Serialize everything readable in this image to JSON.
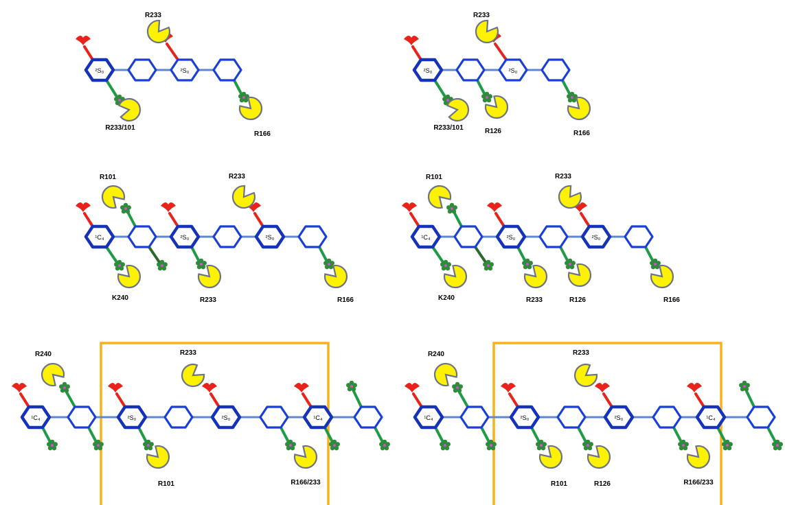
{
  "colors": {
    "ring": "#1a3fd6",
    "ring_highlight": "#1533b8",
    "link": "#5f86cf",
    "sulfate": "#e8231c",
    "substituent": "#1f9a45",
    "substituent_dark": "#2c6a2c",
    "star": "#2e8b3a",
    "star_center": "#e04ad8",
    "pacman": "#fff200",
    "pacman_stroke": "#6b7486",
    "box": "#f5b21d"
  },
  "panels": [
    {
      "id": "row1-left",
      "residues": [
        {
          "label": "R233/101"
        },
        {
          "label": "R233"
        },
        {
          "label": "R166"
        }
      ],
      "conformations": [
        {
          "label": "²S₀"
        },
        {
          "label": "²S₀"
        }
      ]
    },
    {
      "id": "row1-right",
      "residues": [
        {
          "label": "R233/101"
        },
        {
          "label": "R126"
        },
        {
          "label": "R233"
        },
        {
          "label": "R166"
        }
      ],
      "conformations": [
        {
          "label": "²S₀"
        },
        {
          "label": "²S₀"
        }
      ]
    },
    {
      "id": "row2-left",
      "residues": [
        {
          "label": "R101"
        },
        {
          "label": "K240"
        },
        {
          "label": "R233"
        },
        {
          "label": "R233"
        },
        {
          "label": "R166"
        }
      ],
      "conformations": [
        {
          "label": "¹C₄"
        },
        {
          "label": "²S₀"
        },
        {
          "label": "²S₀"
        }
      ]
    },
    {
      "id": "row2-right",
      "residues": [
        {
          "label": "R101"
        },
        {
          "label": "K240"
        },
        {
          "label": "R233"
        },
        {
          "label": "R126"
        },
        {
          "label": "R233"
        },
        {
          "label": "R166"
        }
      ],
      "conformations": [
        {
          "label": "¹C₄"
        },
        {
          "label": "²S₀"
        },
        {
          "label": "²S₀"
        }
      ]
    },
    {
      "id": "row3-left",
      "residues": [
        {
          "label": "R240"
        },
        {
          "label": "R233"
        },
        {
          "label": "R101"
        },
        {
          "label": "R166/233"
        }
      ],
      "conformations": [
        {
          "label": "¹C₄"
        },
        {
          "label": "²S₀"
        },
        {
          "label": "²S₀"
        },
        {
          "label": "¹C₄"
        }
      ]
    },
    {
      "id": "row3-right",
      "residues": [
        {
          "label": "R240"
        },
        {
          "label": "R233"
        },
        {
          "label": "R101"
        },
        {
          "label": "R126"
        },
        {
          "label": "R166/233"
        }
      ],
      "conformations": [
        {
          "label": "¹C₄"
        },
        {
          "label": "²S₀"
        },
        {
          "label": "²S₀"
        },
        {
          "label": "¹C₄"
        }
      ]
    }
  ]
}
